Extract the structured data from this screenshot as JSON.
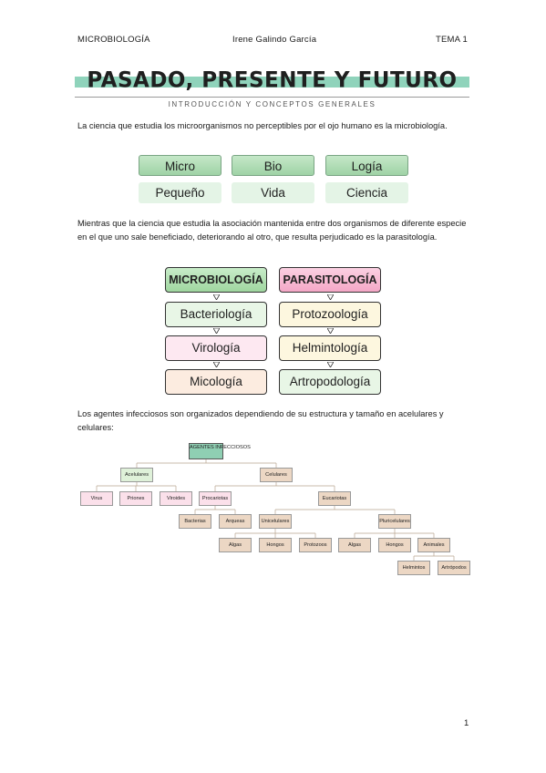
{
  "header": {
    "left": "MICROBIOLOGÍA",
    "center": "Irene Galindo García",
    "right": "TEMA 1"
  },
  "title": "PASADO, PRESENTE Y FUTURO",
  "subtitle": "INTRODUCCIÓN Y CONCEPTOS GENERALES",
  "paragraphs": {
    "p1": "La ciencia que estudia los microorganismos no perceptibles por el ojo humano es la microbiología.",
    "p2": "Mientras que la ciencia que estudia la asociación mantenida entre dos organismos de diferente especie en el que uno sale beneficiado, deteriorando al otro, que resulta perjudicado es la parasitología.",
    "p3": "Los agentes infecciosos son organizados dependiendo de su estructura y tamaño en acelulares y celulares:"
  },
  "etymology": {
    "root1": "Micro",
    "meaning1": "Pequeño",
    "root2": "Bio",
    "meaning2": "Vida",
    "root3": "Logía",
    "meaning3": "Ciencia"
  },
  "lineage": {
    "left": [
      "MICROBIOLOGÍA",
      "Bacteriología",
      "Virología",
      "Micología"
    ],
    "right": [
      "PARASITOLOGÍA",
      "Protozoología",
      "Helmintología",
      "Artropodología"
    ]
  },
  "tree": {
    "root": "AGENTES INFECCIOSOS",
    "acelulares": "Acelulares",
    "celulares": "Celulares",
    "virus": "Virus",
    "priones": "Priones",
    "viroides": "Viroides",
    "procariotas": "Procariotas",
    "eucariotas": "Eucariotas",
    "bacterias": "Bacterias",
    "arqueas": "Arqueas",
    "unicelulares": "Unicelulares",
    "pluricelulares": "Pluricelulares",
    "algas_u": "Algas",
    "hongos_u": "Hongos",
    "protozoos": "Protozoos",
    "algas_p": "Algas",
    "hongos_p": "Hongos",
    "animales": "Animales",
    "helmintos": "Helmintos",
    "artropodos": "Artrópodos"
  },
  "page_number": "1",
  "colors": {
    "title_band": "#8fd3bb",
    "etymology_top": "#9fd3a6",
    "etymology_bottom": "#e4f4e6",
    "microbiology": "#9fd69f",
    "parasitology": "#f4a7c6",
    "tree_root": "#8fcfb3",
    "tree_acellular": "#fbe0ea",
    "tree_cellular": "#ecd7c4"
  }
}
